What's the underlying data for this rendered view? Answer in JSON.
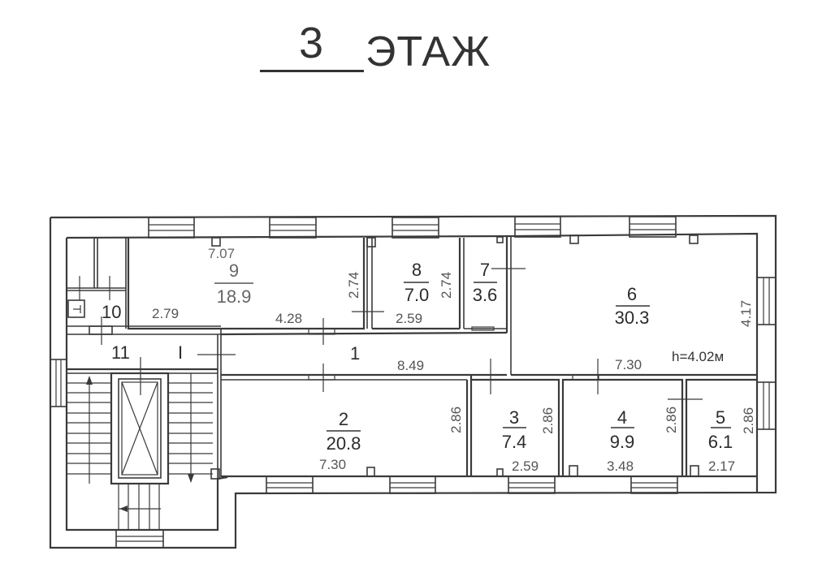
{
  "title": {
    "floor_number": "3",
    "floor_word": "ЭТАЖ"
  },
  "ceiling_height": "h=4.02м",
  "rooms": [
    {
      "id": "1",
      "label": "1",
      "area": null,
      "dims": [
        "8.49"
      ]
    },
    {
      "id": "2",
      "label": "2",
      "area": "20.8",
      "dims": [
        "7.30",
        "2.86"
      ]
    },
    {
      "id": "3",
      "label": "3",
      "area": "7.4",
      "dims": [
        "2.59",
        "2.86"
      ]
    },
    {
      "id": "4",
      "label": "4",
      "area": "9.9",
      "dims": [
        "3.48",
        "2.86"
      ]
    },
    {
      "id": "5",
      "label": "5",
      "area": "6.1",
      "dims": [
        "2.17",
        "2.86"
      ]
    },
    {
      "id": "6",
      "label": "6",
      "area": "30.3",
      "dims": [
        "7.30",
        "4.17"
      ]
    },
    {
      "id": "7",
      "label": "7",
      "area": "3.6",
      "dims": []
    },
    {
      "id": "8",
      "label": "8",
      "area": "7.0",
      "dims": [
        "2.59",
        "2.74"
      ]
    },
    {
      "id": "9",
      "label": "9",
      "area": "18.9",
      "dims": [
        "7.07",
        "4.28",
        "2.79",
        "2.74"
      ]
    },
    {
      "id": "10",
      "label": "10",
      "area": null,
      "dims": []
    },
    {
      "id": "11",
      "label": "11",
      "area": null,
      "dims": []
    }
  ],
  "stair_marker": "I",
  "colors": {
    "line": "#3a3a3a",
    "text": "#2c2c2c",
    "dim_text": "#555555",
    "background": "#ffffff"
  }
}
